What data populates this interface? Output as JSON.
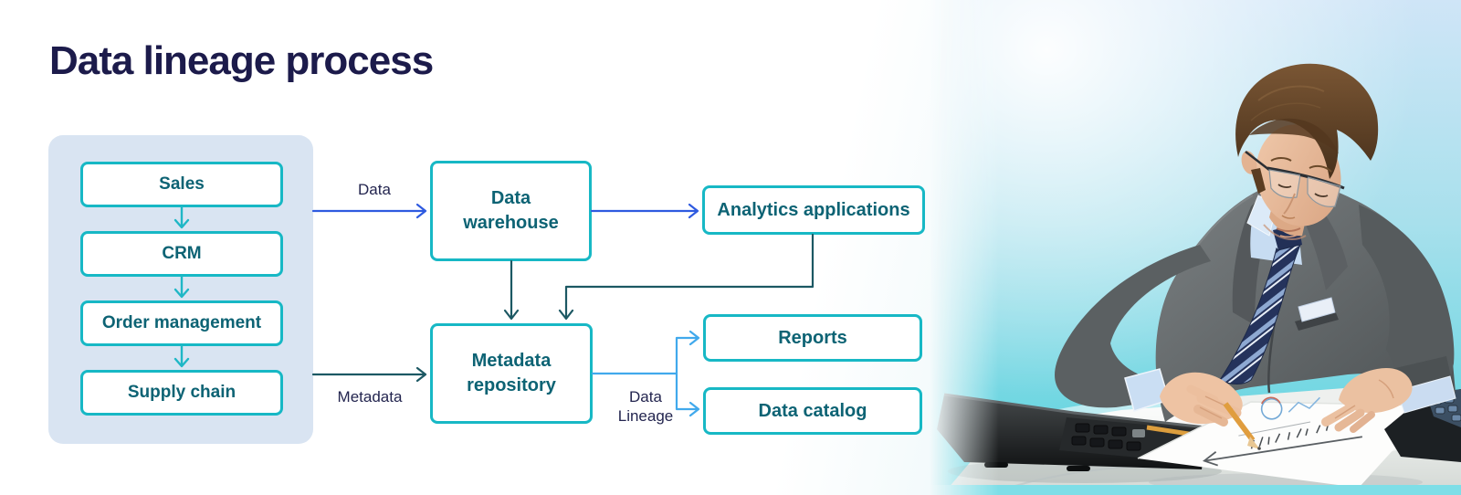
{
  "title": "Data lineage process",
  "diagram": {
    "sources": [
      {
        "label": "Sales"
      },
      {
        "label": "CRM"
      },
      {
        "label": "Order management"
      },
      {
        "label": "Supply chain"
      }
    ],
    "nodes": {
      "data_warehouse": {
        "label": "Data warehouse"
      },
      "analytics_applications": {
        "label": "Analytics applications"
      },
      "metadata_repository": {
        "label": "Metadata repository"
      },
      "reports": {
        "label": "Reports"
      },
      "data_catalog": {
        "label": "Data catalog"
      }
    },
    "edge_labels": {
      "data": "Data",
      "metadata": "Metadata",
      "data_lineage": "Data Lineage"
    }
  },
  "colors": {
    "title_navy": "#1c1b4b",
    "node_border_teal": "#17b8c5",
    "node_text_teal": "#0d6374",
    "panel_blue": "#d9e4f2",
    "arrow_cyan": "#1fb7c6",
    "arrow_blue": "#2e5ae0",
    "arrow_dark_teal": "#1c5863",
    "arrow_light_blue": "#41a9ec",
    "label_navy": "#23254f",
    "photo_bg_turquoise": "#55d2dd"
  }
}
